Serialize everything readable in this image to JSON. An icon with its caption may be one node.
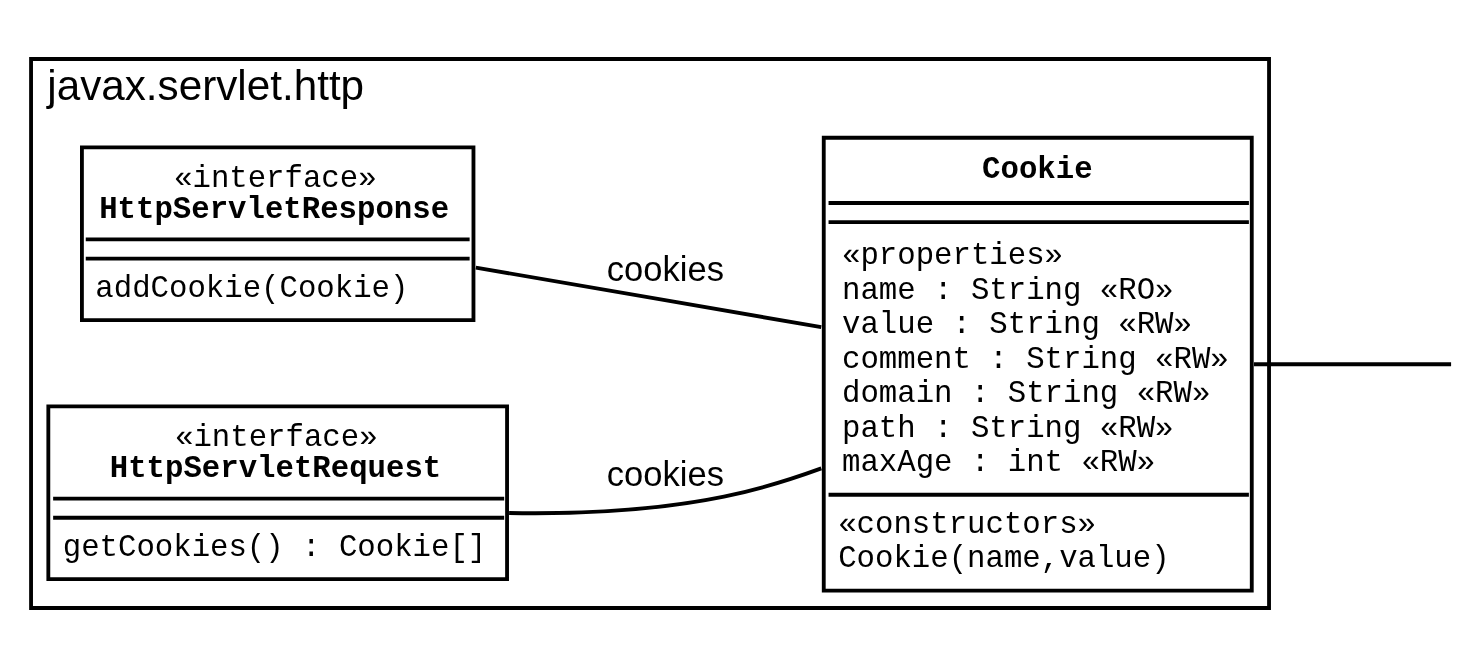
{
  "diagram": {
    "nodes": [
      {
        "text": [
          "javax.servlet.http"
        ]
      },
      {
        "text": [
          "«interface»",
          "HttpServletResponse",
          "addCookie(Cookie)"
        ],
        "in": 0
      },
      {
        "text": [
          "«interface»",
          "HttpServletRequest",
          "getCookies() : Cookie[]"
        ],
        "in": 0
      },
      {
        "text": [
          "Cookie",
          "«properties»",
          "name : String «RO»",
          "value : String «RW»",
          "comment : String «RW»",
          "domain : String «RW»",
          "path : String «RW»",
          "maxAge : int «RW»",
          "«constructors»",
          "Cookie(name,value)"
        ],
        "in": 0
      }
    ],
    "edges": [
      {
        "from": 1,
        "to": 3,
        "label": "cookies",
        "arrow": "none"
      },
      {
        "from": 2,
        "to": 3,
        "label": "cookies",
        "arrow": "none"
      },
      {
        "from": 3,
        "to": null,
        "arrow": "none"
      }
    ]
  }
}
